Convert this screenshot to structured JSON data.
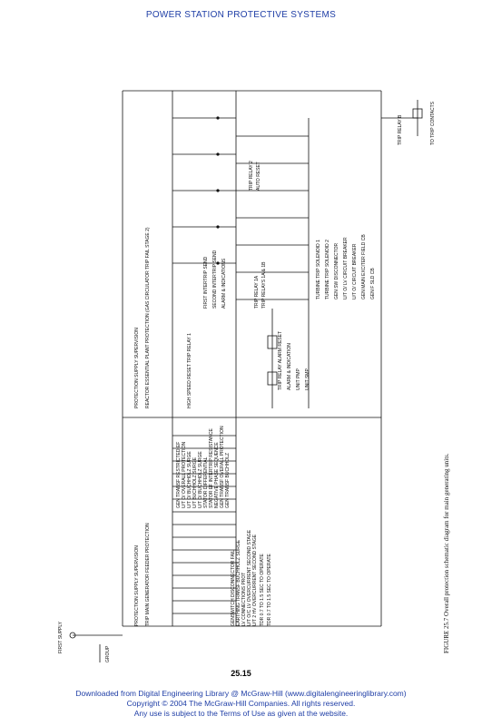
{
  "header": {
    "title": "POWER STATION PROTECTIVE SYSTEMS"
  },
  "page_number": "25.15",
  "caption": "FIGURE 25.7   Overall protection schematic diagram for main generating units.",
  "diagram": {
    "left_labels": {
      "first_supply": "FIRST SUPPLY",
      "group": "GROUP"
    },
    "top_group": {
      "supervision": "PROTECTION SUPPLY SUPERVISION",
      "reactor": "REACTOR ESSENTIAL PLANT PROTECTION (GAS CIRCULATOR TRIP FAIL STAGE 2)",
      "trip_relay_1": "HIGH SPEED RESET TRIP RELAY 1",
      "outputs": [
        "FIRST INTERTRIP SEND",
        "SECOND INTERTRIP SEND",
        "ALARM & INDICATIONS"
      ]
    },
    "bottom_group": {
      "supervision": "PROTECTION SUPPLY SUPERVISION",
      "feeder": "TRIP MAIN GENERATOR FEEDER PROTECTION",
      "inputs": [
        "GEN TRANSF RESTRICTED EF",
        "U/T O/ OVERALL PROTECTION",
        "U/T O/ BUCHHOLZ SURGE",
        "U/T BUCHHOLZ SURGE",
        "U/T O/ BUCHHOLZ SURGE",
        "STATOR DIFFERENTIAL",
        "STATOR EF INTERTRIP RESISTANCE",
        "NEGATIVE PHASE SEQUENCE",
        "GEN TRANSF OVERALL PROTECTION",
        "GEN TRANSF BUCHHOLZ",
        "GENSWITCH DISCONNECTOR FAIL",
        "EARTHING TRANSF BUCHHOLZ SURGE",
        "LV CONNECTIONS PROT",
        "U/T O/C LV OVERCURRENT SECOND STAGE",
        "U/T 2 HV OVERCURRENT SECOND STAGE"
      ],
      "delays": [
        "TDR 0.7 TO 1.5 SEC TO OPERATE",
        "TDR 0.7 TO 1.5 SEC TO OPERATE"
      ],
      "mid": [
        "TRIP RELAY ALARM RESET",
        "ALARM & INDICATION",
        "UNIT PMP",
        "UNIT SMP"
      ],
      "relay_1a": "TRIP RELAYS 1A & 1B",
      "relay_1b": "TRIP RELAY 1A",
      "relay_2": "TRIP RELAY 2",
      "auto_reset": "AUTO RESET",
      "outputs": [
        "TURBINE TRIP SOLENOID 1",
        "TURBINE TRIP SOLENOID 2",
        "GEN SW DISCONNECTOR",
        "U/T O/ LV CIRCUIT BREAKER",
        "U/T O/ CIRCUIT BREAKER",
        "GEN MAIN EXCITER FIELD CB",
        "GEN F SLD CB"
      ]
    },
    "right_labels": {
      "trip_relay_b": "TRIP RELAY B",
      "trip_contacts": "TO TRIP CONTACTS"
    }
  },
  "footer": {
    "line1": "Downloaded from Digital Engineering Library @ McGraw-Hill (www.digitalengineeringlibrary.com)",
    "line2": "Copyright © 2004 The McGraw-Hill Companies. All rights reserved.",
    "line3": "Any use is subject to the Terms of Use as given at the website."
  }
}
